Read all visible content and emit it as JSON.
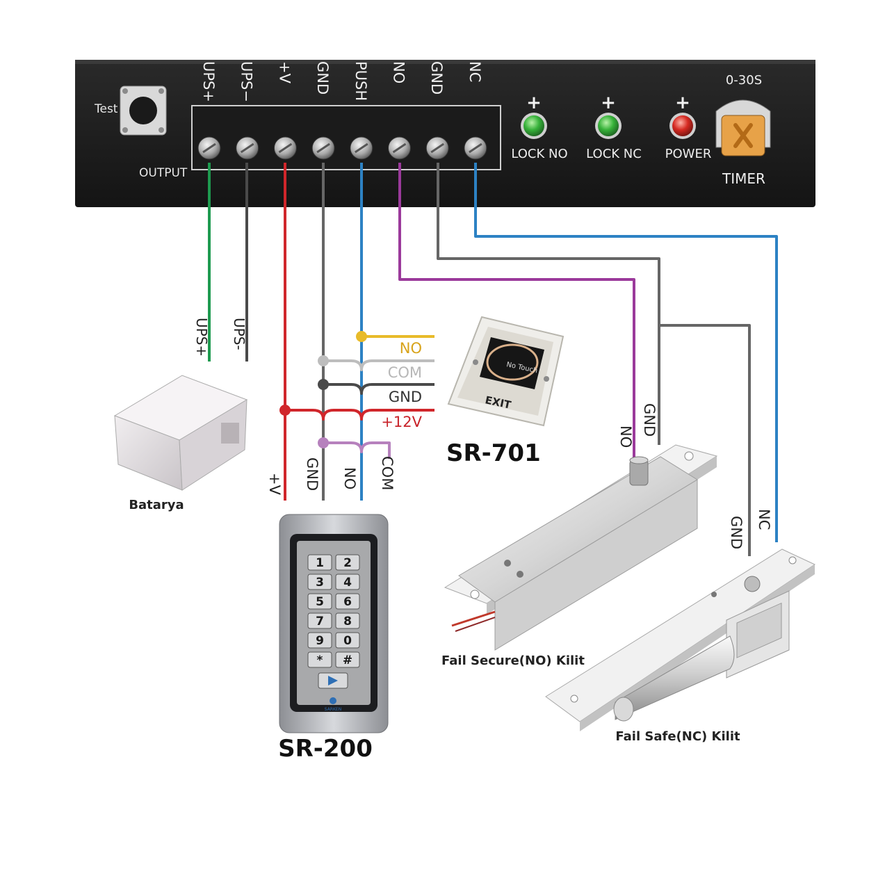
{
  "controller": {
    "test_label": "Test",
    "output_label": "OUTPUT",
    "terminals": [
      "UPS+",
      "UPS−",
      "+V",
      "GND",
      "PUSH",
      "NO",
      "GND",
      "NC"
    ],
    "indicators": [
      {
        "sign": "+",
        "label": "LOCK NO",
        "color": "#35b23a"
      },
      {
        "sign": "+",
        "label": "LOCK NC",
        "color": "#35b23a"
      },
      {
        "sign": "+",
        "label": "POWER",
        "color": "#d62a22"
      }
    ],
    "timer_range": "0-30S",
    "timer_label": "TIMER"
  },
  "wire_colors": {
    "green": "#1e9a4f",
    "dark_gray": "#4a4a4a",
    "red": "#d0262b",
    "gray": "#666666",
    "blue": "#2d82c4",
    "purple": "#9b3a9b",
    "yellow": "#e8bb2a",
    "light_gray": "#bdbdbd",
    "light_purple": "#b681bd"
  },
  "battery": {
    "ups_plus_label": "UPS+",
    "ups_minus_label": "UPS-",
    "name": "Batarya"
  },
  "exit_button": {
    "wires": [
      "NO",
      "COM",
      "GND",
      "+12V"
    ],
    "face_text": "No Touch",
    "exit_text": "EXIT",
    "model": "SR-701"
  },
  "keypad": {
    "wires": [
      "+V",
      "GND",
      "NO",
      "COM"
    ],
    "keys": [
      "1",
      "2",
      "3",
      "4",
      "5",
      "6",
      "7",
      "8",
      "9",
      "0",
      "*",
      "#"
    ],
    "brand": "SARKEN",
    "model": "SR-200"
  },
  "locks": {
    "fail_secure_wires": [
      "NO",
      "GND"
    ],
    "fail_secure_label": "Fail Secure(NO) Kilit",
    "fail_safe_wires": [
      "GND",
      "NC"
    ],
    "fail_safe_label": "Fail Safe(NC) Kilit"
  }
}
